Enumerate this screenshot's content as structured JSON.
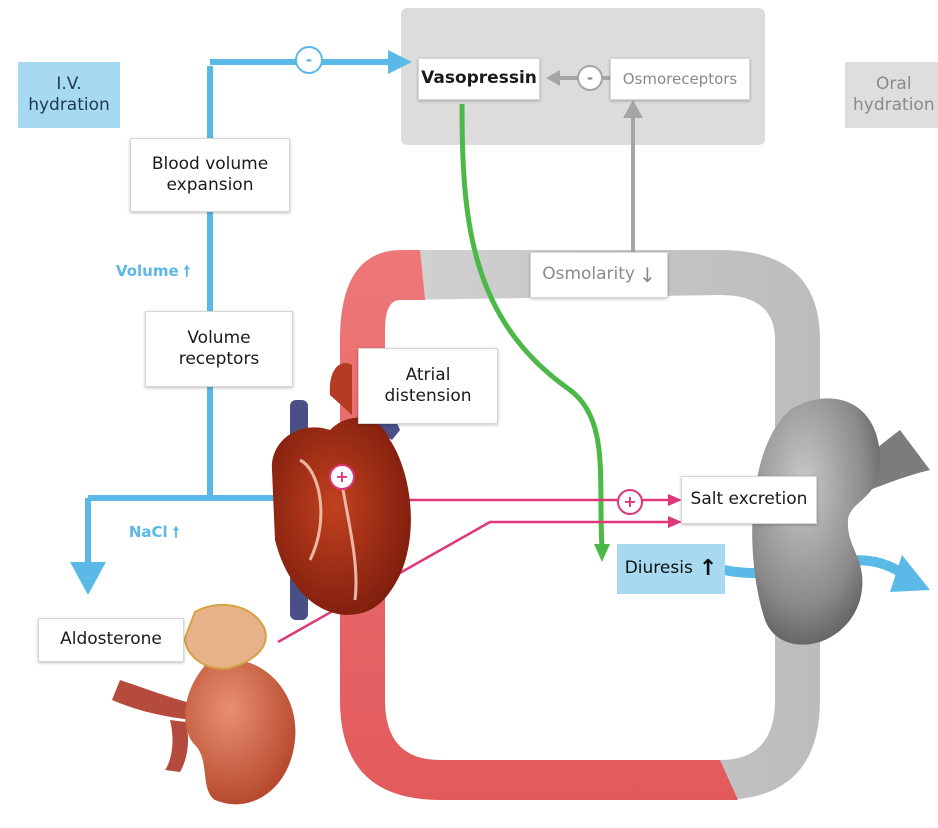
{
  "labels": {
    "iv_hydration": "I.V.\nhydration",
    "oral_hydration": "Oral\nhydration",
    "vasopressin": "Vasopressin",
    "osmoreceptors": "Osmoreceptors",
    "blood_volume_expansion": "Blood volume\nexpansion",
    "volume": "Volume",
    "volume_receptors": "Volume\nreceptors",
    "atrial_distension": "Atrial\ndistension",
    "osmolarity": "Osmolarity",
    "salt_excretion": "Salt excretion",
    "diuresis": "Diuresis",
    "nacl": "NaCl",
    "aldosterone": "Aldosterone"
  },
  "signs": {
    "minus": "-",
    "plus": "+"
  },
  "colors": {
    "blue_arrow": "#5ab9e6",
    "green_arrow": "#4cb848",
    "pink_arrow": "#e0367a",
    "gray_arrow": "#a6a6a6",
    "loop_red": "#ec6f70",
    "loop_gray": "#cccccc"
  }
}
